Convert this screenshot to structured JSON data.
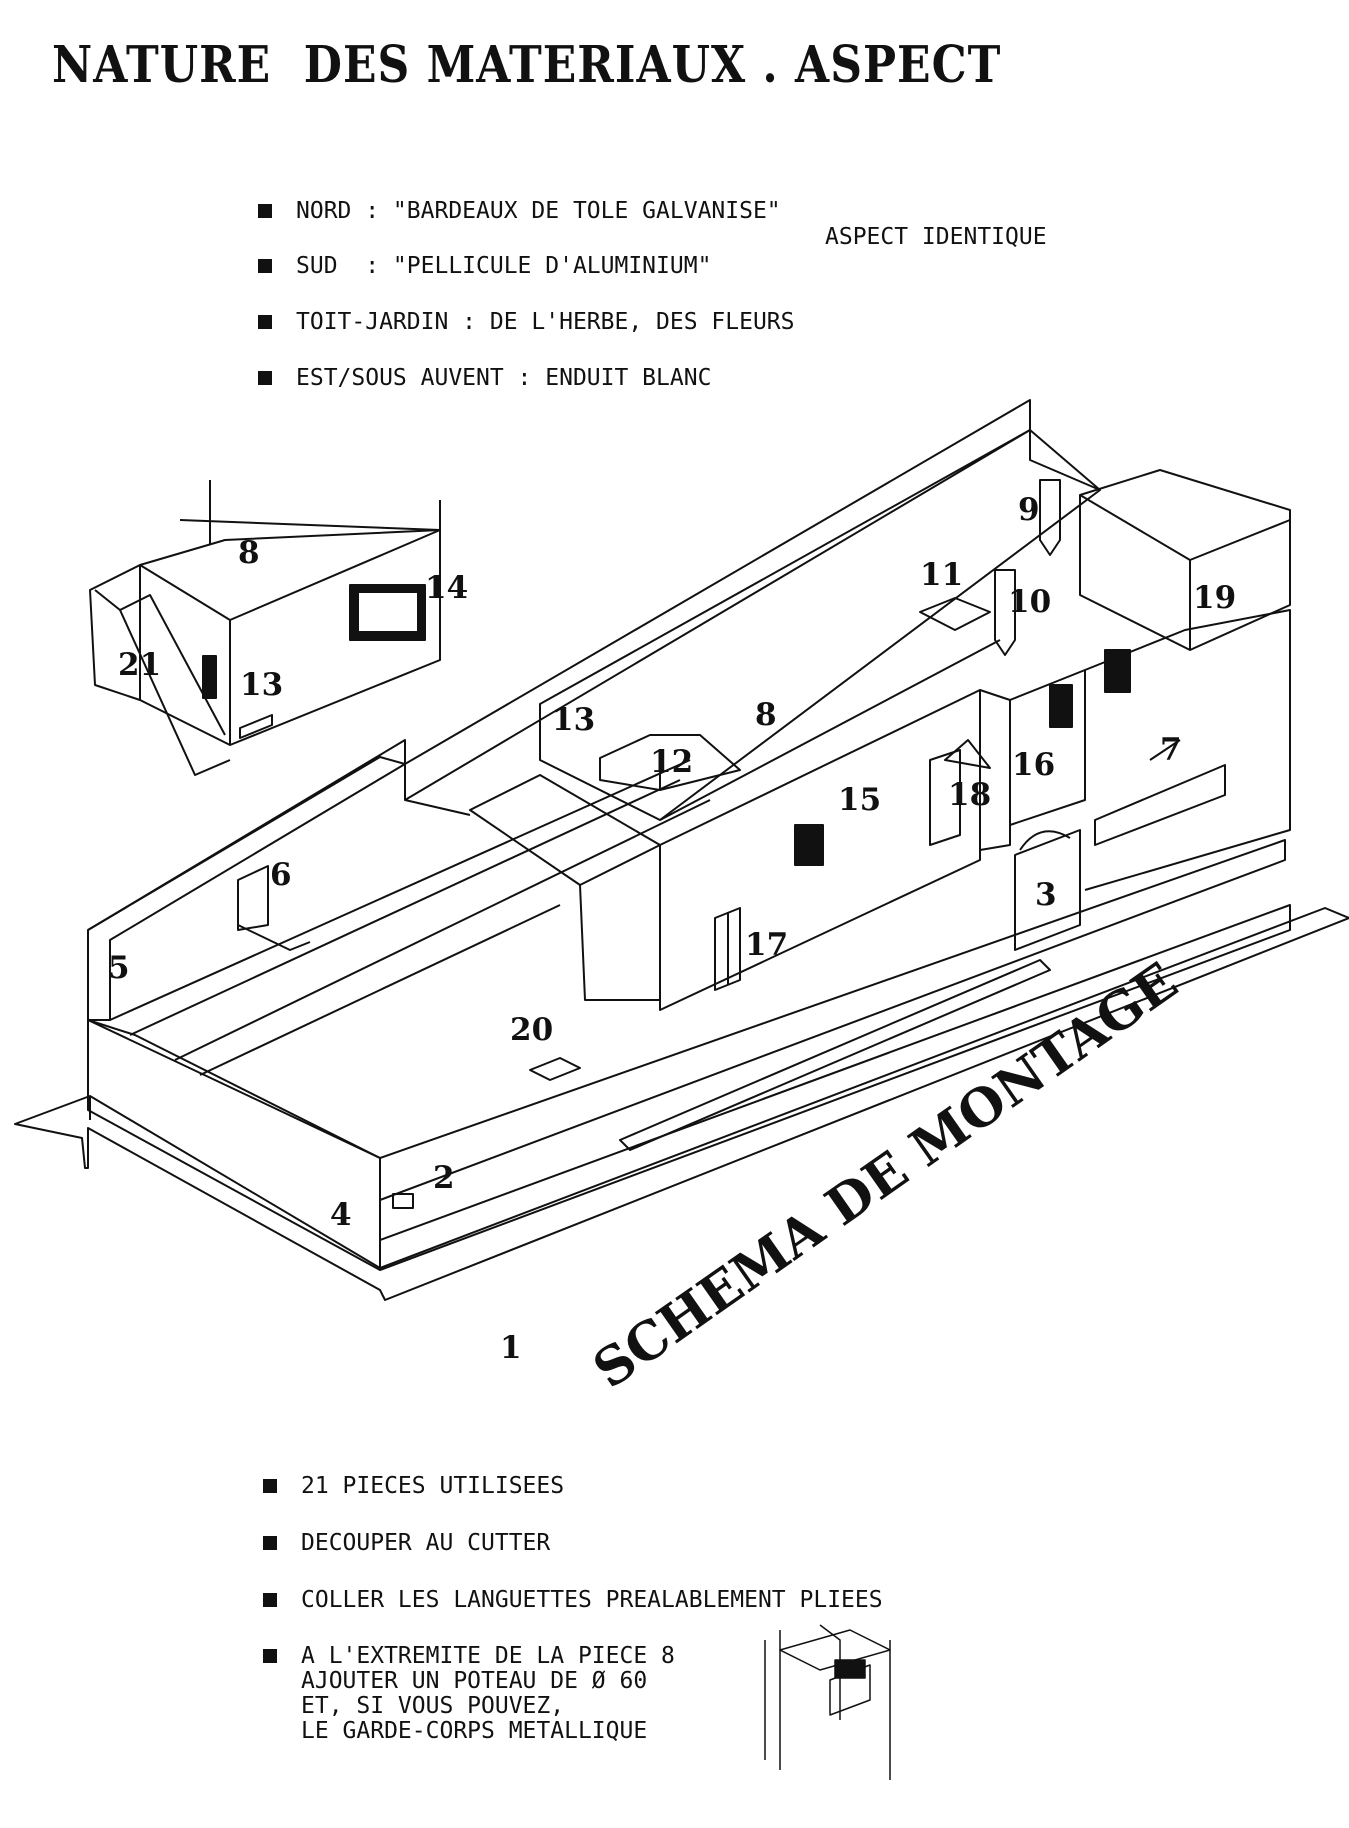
{
  "title": "NATURE  DES MATERIAUX . ASPECT",
  "materials": [
    "NORD : \"BARDEAUX DE TOLE GALVANISE\"",
    "SUD  : \"PELLICULE D'ALUMINIUM\"",
    "TOIT-JARDIN : DE L'HERBE, DES FLEURS",
    "EST/SOUS AUVENT : ENDUIT BLANC"
  ],
  "aspect_note": "ASPECT IDENTIQUE",
  "diagram": {
    "caption": "SCHEMA DE MONTAGE",
    "labels": {
      "n1": "1",
      "n2": "2",
      "n3": "3",
      "n4": "4",
      "n5": "5",
      "n6": "6",
      "n7": "7",
      "n8a": "8",
      "n8b": "8",
      "n9": "9",
      "n10": "10",
      "n11": "11",
      "n12": "12",
      "n13a": "13",
      "n13b": "13",
      "n14": "14",
      "n15": "15",
      "n16": "16",
      "n17": "17",
      "n18": "18",
      "n19": "19",
      "n20": "20",
      "n21": "21"
    }
  },
  "instructions": [
    "21 PIECES UTILISEES",
    "DECOUPER AU CUTTER",
    "COLLER LES LANGUETTES PREALABLEMENT PLIEES",
    "A L'EXTREMITE DE LA PIECE 8\nAJOUTER UN POTEAU DE Ø 60\nET, SI VOUS POUVEZ,\nLE GARDE-CORPS METALLIQUE"
  ]
}
